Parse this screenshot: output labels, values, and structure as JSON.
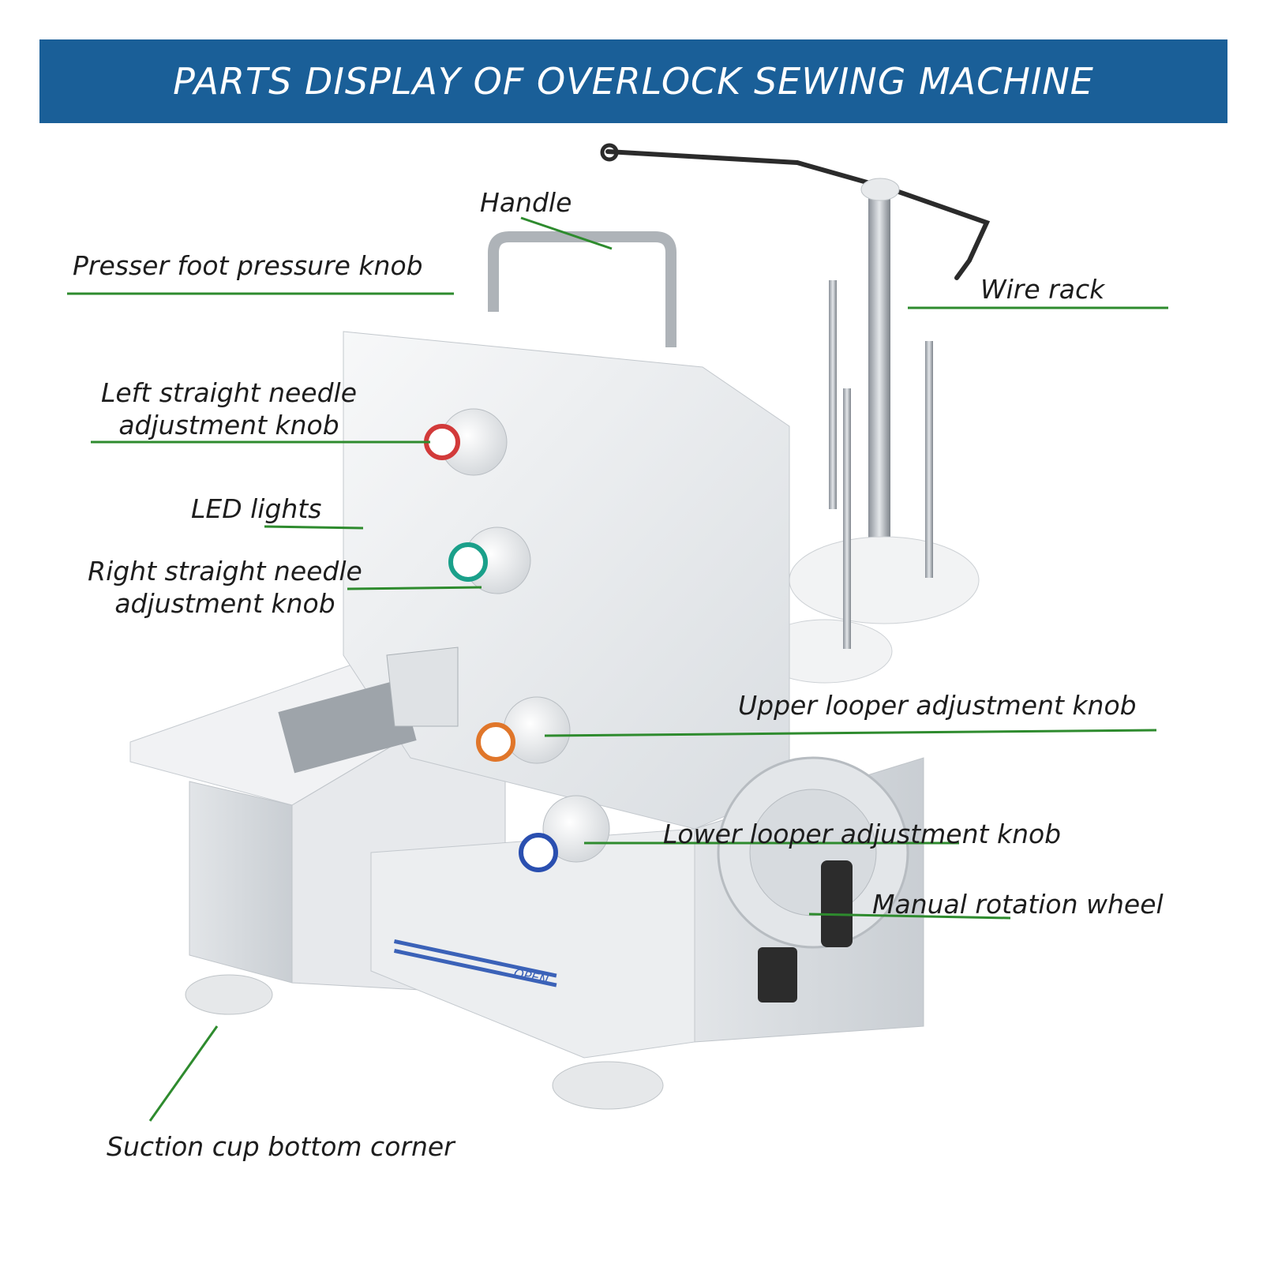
{
  "title": "PARTS DISPLAY OF OVERLOCK SEWING MACHINE",
  "colors": {
    "banner": "#1a5f98",
    "leader_line": "#2e8b2e",
    "knob_red": "#d23a3a",
    "knob_teal": "#1aa08a",
    "knob_orange": "#e0762a",
    "knob_blue": "#2a4fb0",
    "machine_body": "#eef0f2"
  },
  "labels": {
    "handle": "Handle",
    "presser_foot": "Presser foot pressure knob",
    "left_needle_1": "Left straight needle",
    "left_needle_2": "adjustment knob",
    "led": "LED lights",
    "right_needle_1": "Right straight needle",
    "right_needle_2": "adjustment knob",
    "wire_rack": "Wire rack",
    "upper_looper": "Upper looper adjustment knob",
    "lower_looper": "Lower looper adjustment knob",
    "manual_wheel": "Manual rotation wheel",
    "suction_cup": "Suction cup bottom corner"
  },
  "machine_text": {
    "open": "OPEN"
  }
}
